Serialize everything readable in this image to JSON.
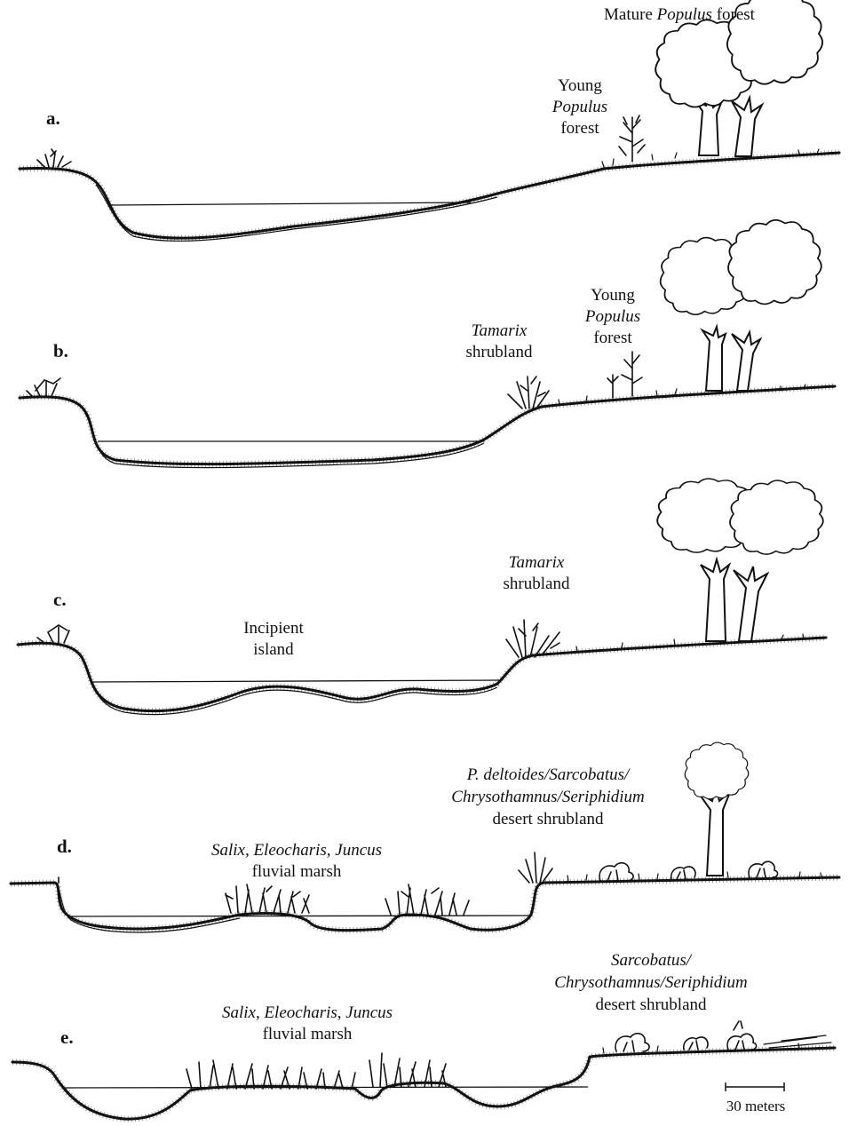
{
  "panels": [
    {
      "id": "a",
      "label": "a.",
      "annotations": [
        {
          "lines": [
            [
              {
                "t": "Mature "
              },
              {
                "t": "Populus",
                "i": true
              },
              {
                "t": " forest"
              }
            ]
          ]
        },
        {
          "lines": [
            [
              {
                "t": "Young"
              }
            ],
            [
              {
                "t": "Populus",
                "i": true
              }
            ],
            [
              {
                "t": "forest"
              }
            ]
          ]
        }
      ]
    },
    {
      "id": "b",
      "label": "b.",
      "annotations": [
        {
          "lines": [
            [
              {
                "t": "Tamarix",
                "i": true
              }
            ],
            [
              {
                "t": "shrubland"
              }
            ]
          ]
        },
        {
          "lines": [
            [
              {
                "t": "Young"
              }
            ],
            [
              {
                "t": "Populus",
                "i": true
              }
            ],
            [
              {
                "t": "forest"
              }
            ]
          ]
        }
      ]
    },
    {
      "id": "c",
      "label": "c.",
      "annotations": [
        {
          "lines": [
            [
              {
                "t": "Tamarix",
                "i": true
              }
            ],
            [
              {
                "t": "shrubland"
              }
            ]
          ]
        },
        {
          "lines": [
            [
              {
                "t": "Incipient"
              }
            ],
            [
              {
                "t": "island"
              }
            ]
          ]
        }
      ]
    },
    {
      "id": "d",
      "label": "d.",
      "annotations": [
        {
          "lines": [
            [
              {
                "t": "P. deltoides/Sarcobatus/",
                "i": true
              }
            ],
            [
              {
                "t": "Chrysothamnus/Seriphidium",
                "i": true
              }
            ],
            [
              {
                "t": "desert shrubland"
              }
            ]
          ]
        },
        {
          "lines": [
            [
              {
                "t": "Salix, Eleocharis, Juncus",
                "i": true
              }
            ],
            [
              {
                "t": "fluvial marsh"
              }
            ]
          ]
        }
      ]
    },
    {
      "id": "e",
      "label": "e.",
      "annotations": [
        {
          "lines": [
            [
              {
                "t": "Sarcobatus/",
                "i": true
              }
            ],
            [
              {
                "t": "Chrysothamnus/Seriphidium",
                "i": true
              }
            ],
            [
              {
                "t": "desert shrubland"
              }
            ]
          ]
        },
        {
          "lines": [
            [
              {
                "t": "Salix, Eleocharis, Juncus",
                "i": true
              }
            ],
            [
              {
                "t": "fluvial marsh"
              }
            ]
          ]
        }
      ]
    }
  ],
  "scale_bar": {
    "label": "30 meters"
  }
}
